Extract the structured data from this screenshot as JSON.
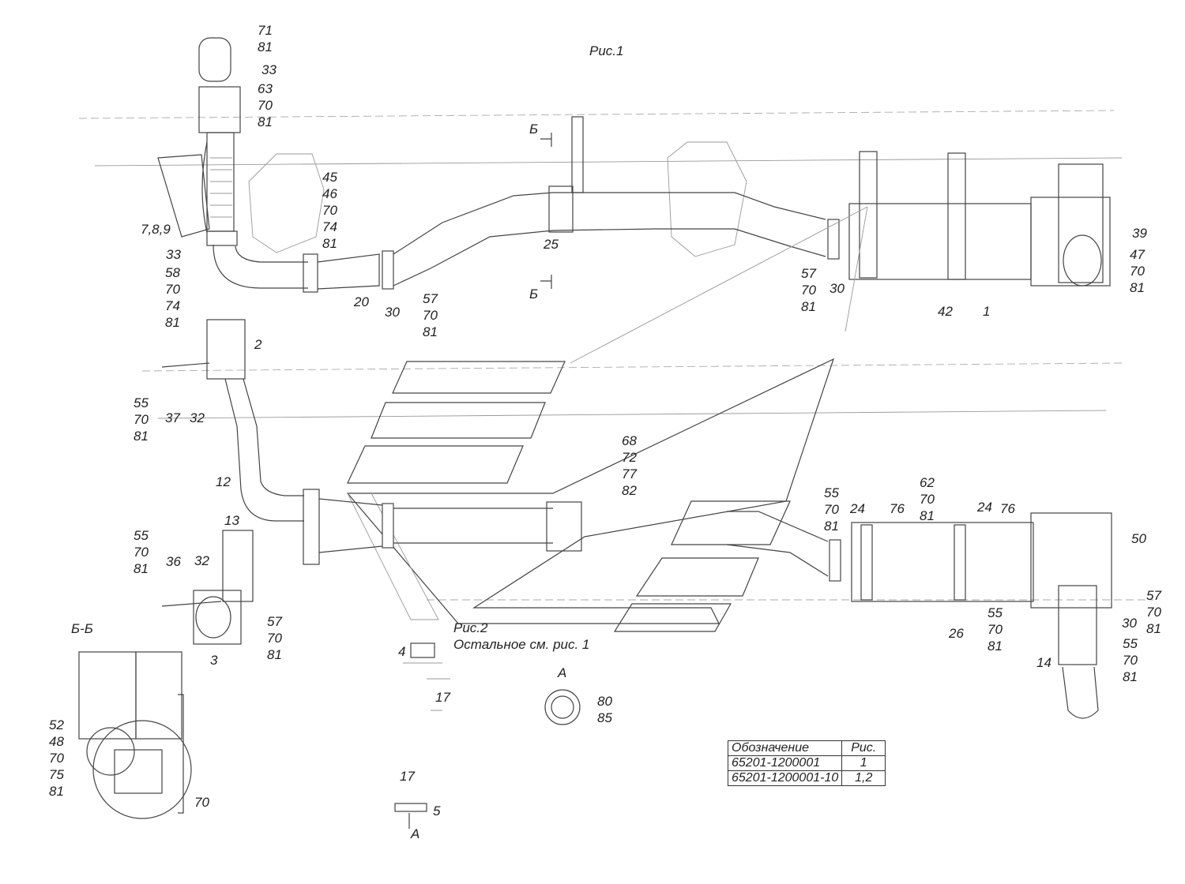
{
  "figures": {
    "fig1_title": "Рис.1",
    "fig2_title": "Рис.2",
    "fig2_note": "Остальное см. рис. 1",
    "section_bb": "Б-Б",
    "view_a_top": "А",
    "view_a_bottom": "А",
    "section_mark_top": "Б",
    "section_mark_bottom": "Б"
  },
  "callouts": {
    "c_71_81": "71\n81",
    "c_33_top": "33",
    "c_63_70_81": "63\n70\n81",
    "c_45_group": "45\n46\n70\n74\n81",
    "c_789": "7,8,9",
    "c_33_mid": "33",
    "c_58_group": "58\n70\n74\n81",
    "c_20": "20",
    "c_30_a": "30",
    "c_57_70_81_a": "57\n70\n81",
    "c_25": "25",
    "c_57_70_81_b": "57\n70\n81",
    "c_30_b": "30",
    "c_42": "42",
    "c_1": "1",
    "c_39": "39",
    "c_47_70_81": "47\n70\n81",
    "c_2": "2",
    "c_55_70_81_a": "55\n70\n81",
    "c_37": "37",
    "c_32_a": "32",
    "c_12": "12",
    "c_13": "13",
    "c_55_70_81_b": "55\n70\n81",
    "c_36": "36",
    "c_32_b": "32",
    "c_57_70_81_c": "57\n70\n81",
    "c_3": "3",
    "c_68_group": "68\n72\n77\n82",
    "c_55_70_81_c": "55\n70\n81",
    "c_24_a": "24",
    "c_76_a": "76",
    "c_62_70_81": "62\n70\n81",
    "c_24_b": "24",
    "c_76_b": "76",
    "c_50": "50",
    "c_57_70_81_d": "57\n70\n81",
    "c_55_70_81_d": "55\n70\n81",
    "c_26": "26",
    "c_30_c": "30",
    "c_55_70_81_e": "55\n70\n81",
    "c_14": "14",
    "c_4": "4",
    "c_17_a": "17",
    "c_80_85": "80\n85",
    "c_17_b": "17",
    "c_5": "5",
    "c_52_group": "52\n48\n70\n75\n81",
    "c_70": "70"
  },
  "table": {
    "headers": [
      "Обозначение",
      "Рис."
    ],
    "rows": [
      [
        "65201-1200001",
        "1"
      ],
      [
        "65201-1200001-10",
        "1,2"
      ]
    ]
  }
}
